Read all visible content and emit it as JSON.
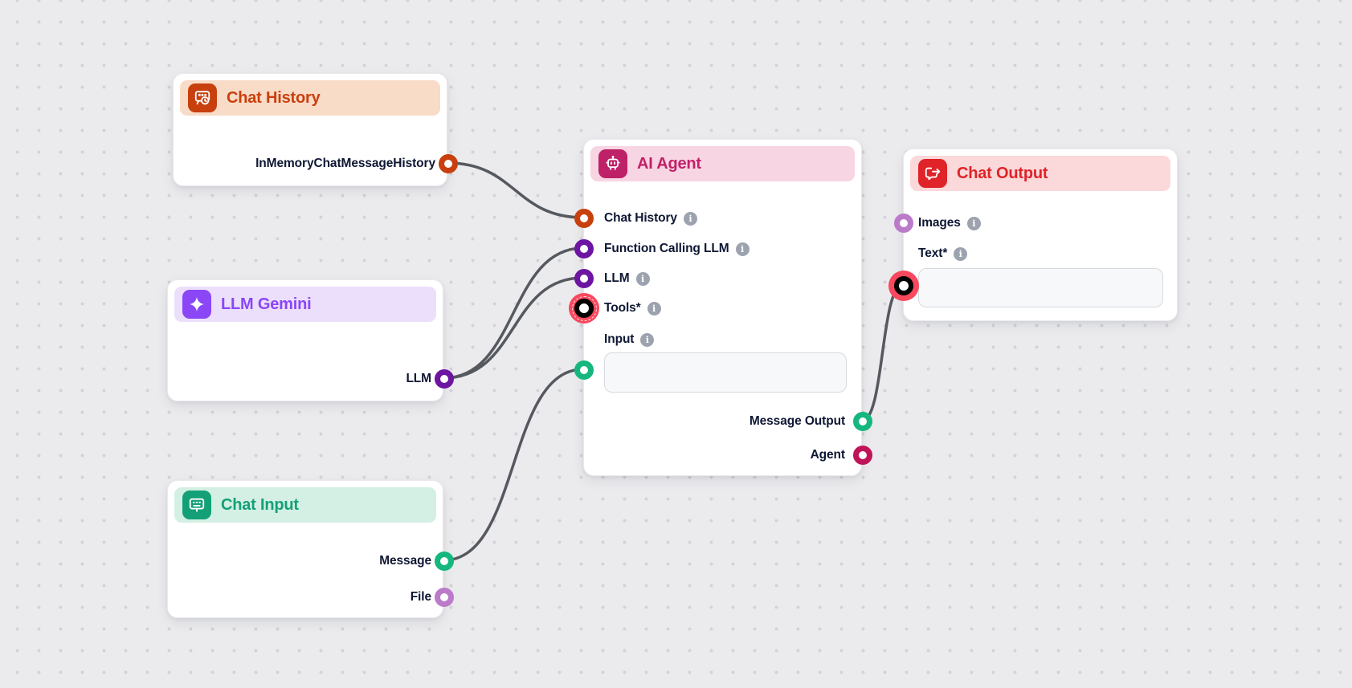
{
  "colors": {
    "canvas_bg": "#EBEBEE",
    "canvas_dot": "#D2D2D8",
    "edge": "#55595F",
    "port_orange": "#C8400D",
    "port_purple": "#6D15A1",
    "port_green": "#15B77E",
    "port_crimson": "#C01458",
    "port_orchid": "#BB7BC9",
    "required_halo_red": "#F8485E",
    "tools_ring_pink": "#DF4598",
    "chat_history_accent": "#C8400D",
    "chat_history_header_bg": "#F9DCC8",
    "llm_gemini_accent": "#8B45F7",
    "llm_gemini_header_bg": "#EBDFFC",
    "chat_input_accent": "#14A077",
    "chat_input_header_bg": "#D4EFE3",
    "ai_agent_accent": "#C32069",
    "ai_agent_header_bg": "#F8D5E2",
    "chat_output_accent": "#DF2328",
    "chat_output_header_bg": "#FBD8D9"
  },
  "nodes": {
    "chat_history": {
      "title": "Chat History",
      "icon": "chat-history-icon",
      "outputs": [
        {
          "label": "InMemoryChatMessageHistory",
          "port_color": "#C8400D",
          "connected": true
        }
      ]
    },
    "llm_gemini": {
      "title": "LLM Gemini",
      "icon": "sparkle-icon",
      "outputs": [
        {
          "label": "LLM",
          "port_color": "#6D15A1",
          "connected": true
        }
      ]
    },
    "chat_input": {
      "title": "Chat Input",
      "icon": "chat-input-icon",
      "outputs": [
        {
          "label": "Message",
          "port_color": "#15B77E",
          "connected": true
        },
        {
          "label": "File",
          "port_color": "#BB7BC9",
          "connected": false
        }
      ]
    },
    "ai_agent": {
      "title": "AI Agent",
      "icon": "bot-icon",
      "inputs": [
        {
          "label": "Chat History",
          "port_color": "#C8400D",
          "has_info": true,
          "connected": true
        },
        {
          "label": "Function Calling LLM",
          "port_color": "#6D15A1",
          "has_info": true,
          "connected": true
        },
        {
          "label": "LLM",
          "port_color": "#6D15A1",
          "has_info": true,
          "connected": true
        },
        {
          "label": "Tools*",
          "port_color": "#DF4598",
          "has_info": true,
          "required": true,
          "connected": false
        },
        {
          "label": "Input",
          "port_color": "#15B77E",
          "has_info": true,
          "connected": true,
          "field_value": ""
        }
      ],
      "outputs": [
        {
          "label": "Message Output",
          "port_color": "#15B77E",
          "connected": true
        },
        {
          "label": "Agent",
          "port_color": "#C01458",
          "connected": false
        }
      ]
    },
    "chat_output": {
      "title": "Chat Output",
      "icon": "chat-output-icon",
      "inputs": [
        {
          "label": "Images",
          "port_color": "#BB7BC9",
          "has_info": true,
          "connected": false
        },
        {
          "label": "Text*",
          "port_color": "#15B77E",
          "has_info": true,
          "required": true,
          "connected": true,
          "field_value": ""
        }
      ]
    }
  },
  "edges": [
    {
      "from": "Chat History / InMemoryChatMessageHistory",
      "to": "AI Agent / Chat History"
    },
    {
      "from": "LLM Gemini / LLM",
      "to": "AI Agent / Function Calling LLM"
    },
    {
      "from": "LLM Gemini / LLM",
      "to": "AI Agent / LLM"
    },
    {
      "from": "Chat Input / Message",
      "to": "AI Agent / Input"
    },
    {
      "from": "AI Agent / Message Output",
      "to": "Chat Output / Text*"
    }
  ]
}
